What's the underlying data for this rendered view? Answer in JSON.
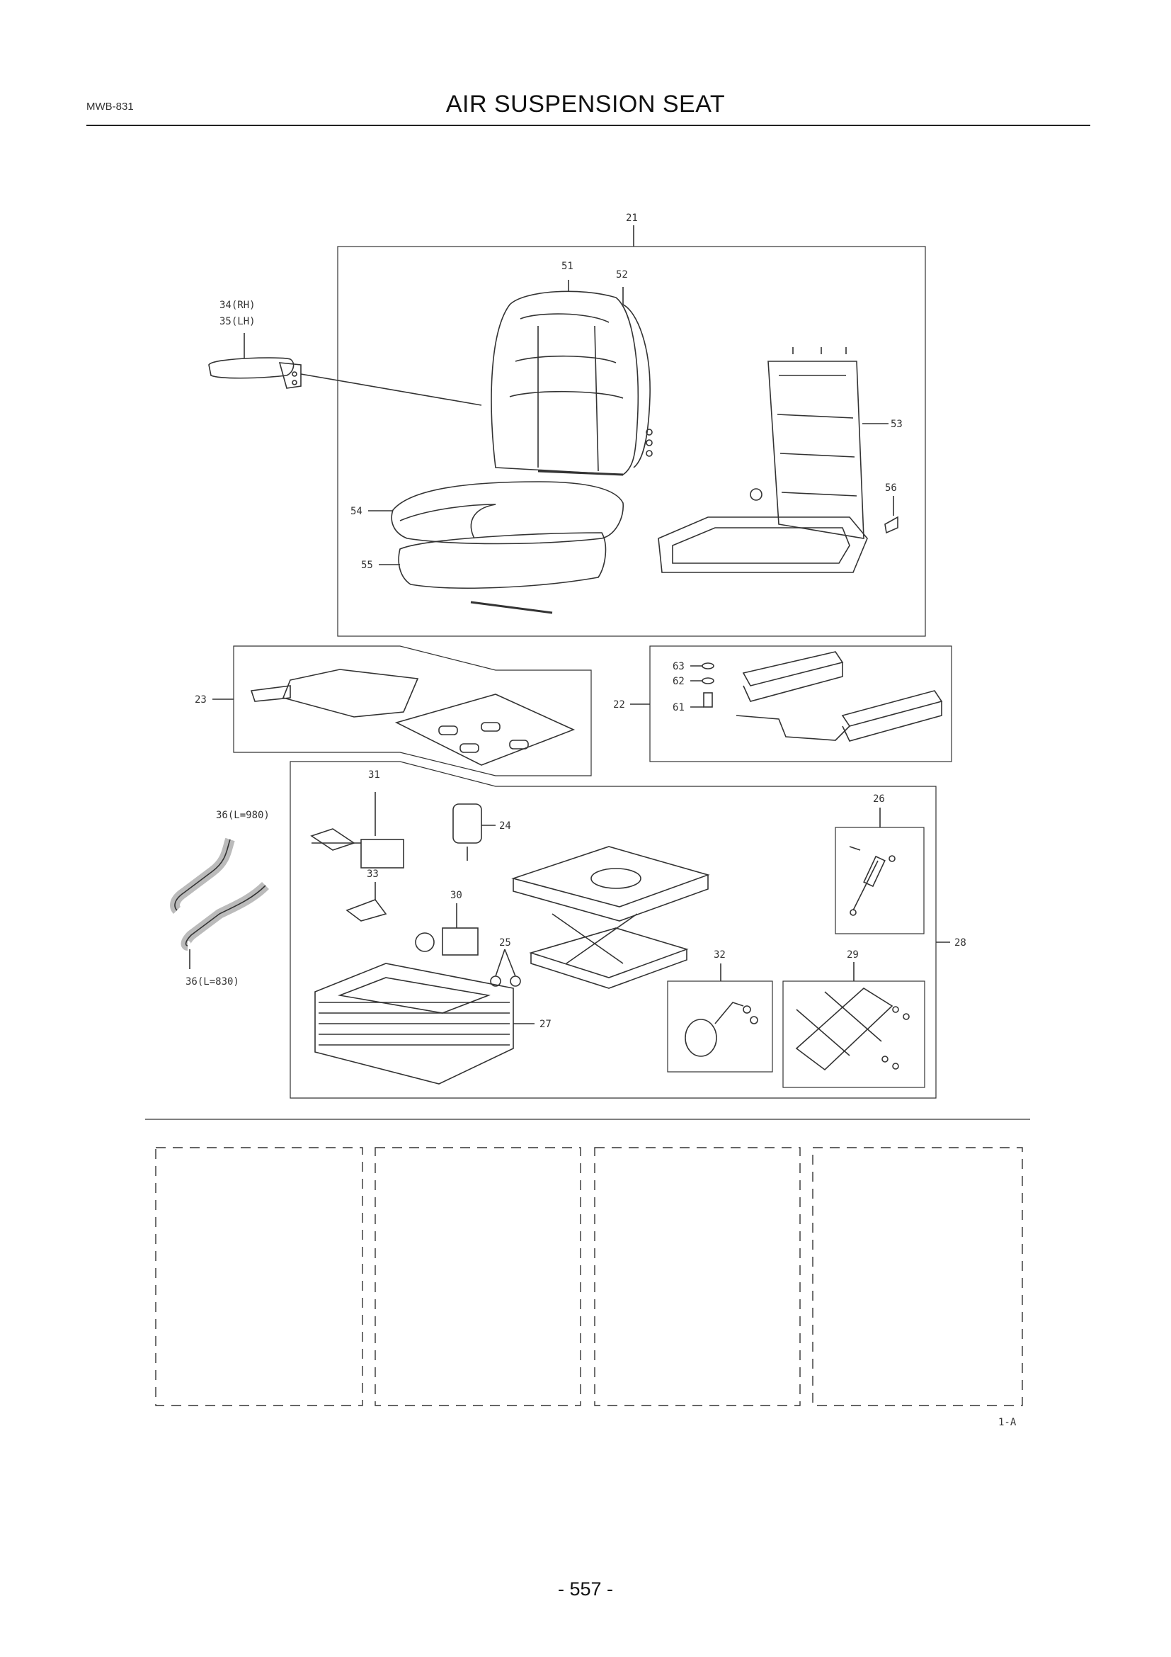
{
  "header": {
    "doc_code": "MWB-831",
    "title": "AIR SUSPENSION SEAT"
  },
  "footer": {
    "page_number": "- 557 -",
    "revision_mark": "1-A"
  },
  "callouts": {
    "c21": "21",
    "c51": "51",
    "c52": "52",
    "c53": "53",
    "c54": "54",
    "c55": "55",
    "c56": "56",
    "c34": "34(RH)",
    "c35": "35(LH)",
    "c23": "23",
    "c22": "22",
    "c61": "61",
    "c62": "62",
    "c63": "63",
    "c31": "31",
    "c24": "24",
    "c36a": "36(L=980)",
    "c33": "33",
    "c30": "30",
    "c25": "25",
    "c36b": "36(L=830)",
    "c27": "27",
    "c26": "26",
    "c28": "28",
    "c32": "32",
    "c29": "29"
  }
}
